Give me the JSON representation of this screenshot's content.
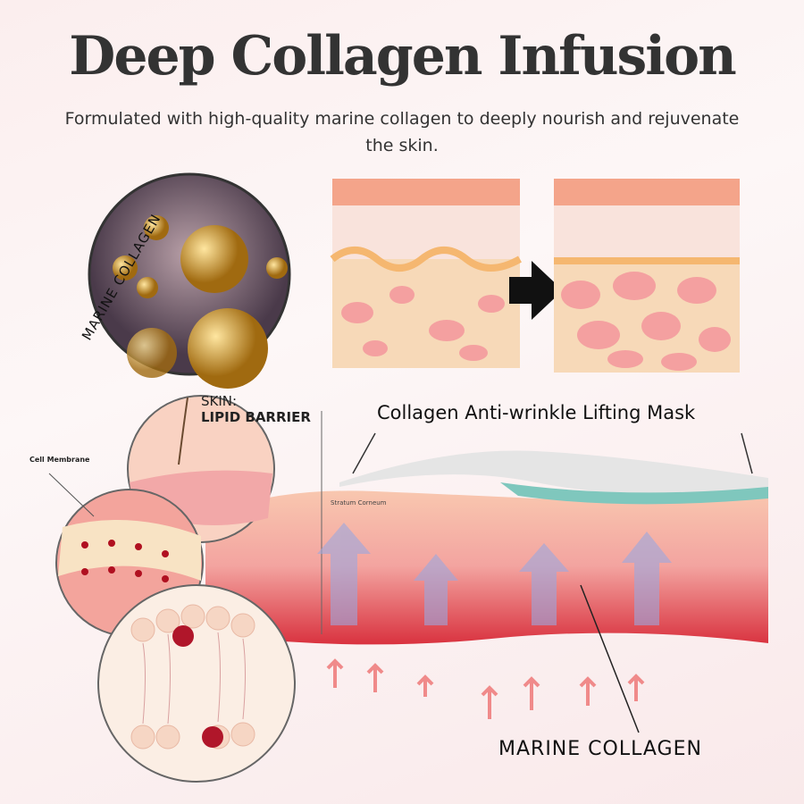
{
  "header": {
    "title": "Deep Collagen Infusion",
    "subtitle": "Formulated with high-quality marine collagen to deeply nourish and rejuvenate the skin."
  },
  "labels": {
    "marine_collagen_circle": "MARINE COLLAGEN",
    "skin": "SKIN:",
    "lipid_barrier": "LIPID BARRIER",
    "cell_membrane": "Cell Membrane",
    "stratum_corneum": "Stratum Corneum",
    "mask": "Collagen Anti-wrinkle Lifting Mask",
    "marine_collagen": "MARINE COLLAGEN"
  },
  "colors": {
    "skin_top": "#f4a48a",
    "dermis": "#f7d9b8",
    "cells": "#f4a0a0",
    "text": "#333333"
  }
}
